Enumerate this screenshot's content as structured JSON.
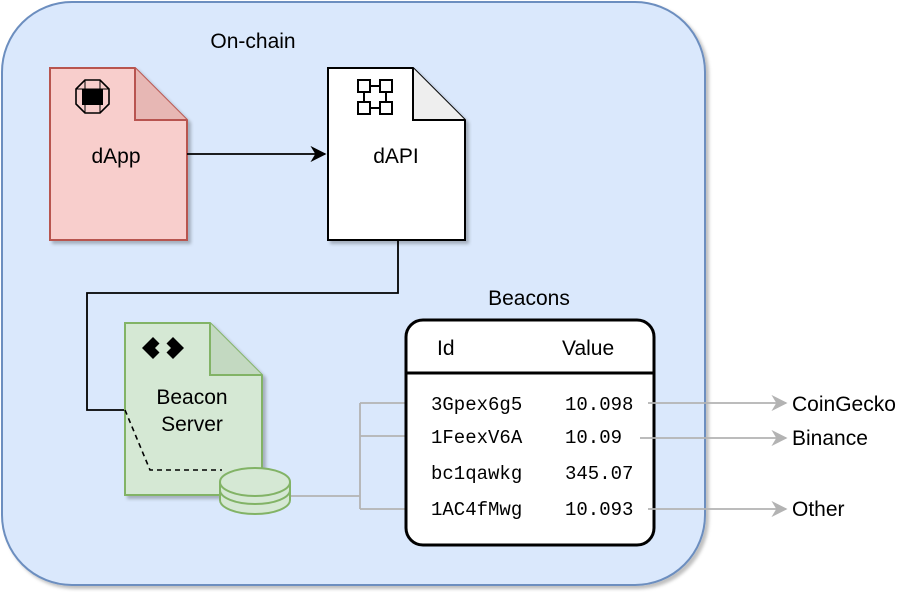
{
  "region": {
    "title": "On-chain"
  },
  "nodes": {
    "dapp": {
      "label": "dApp",
      "icon": "window-cube-icon",
      "fill": "#f8cecc",
      "stroke": "#b85450"
    },
    "dapi": {
      "label": "dAPI",
      "icon": "network-nodes-icon",
      "fill": "#ffffff",
      "stroke": "#000000"
    },
    "beacon_server": {
      "label_line1": "Beacon",
      "label_line2": "Server",
      "icon": "api3-diamonds-icon",
      "fill": "#d5e8d4",
      "stroke": "#82b366"
    },
    "database": {
      "icon": "database-cylinder-icon"
    }
  },
  "beacons": {
    "title": "Beacons",
    "columns": [
      "Id",
      "Value"
    ],
    "rows": [
      {
        "id": "3Gpex6g5",
        "value": "10.098"
      },
      {
        "id": "1FeexV6A",
        "value": "10.09"
      },
      {
        "id": "bc1qawkg",
        "value": "345.07"
      },
      {
        "id": "1AC4fMwg",
        "value": "10.093"
      }
    ]
  },
  "sources": [
    "CoinGecko",
    "Binance",
    "Other"
  ],
  "colors": {
    "region_fill": "#dae8fc",
    "region_stroke": "#6c8ebf",
    "connector_gray": "#b3b3b3"
  }
}
